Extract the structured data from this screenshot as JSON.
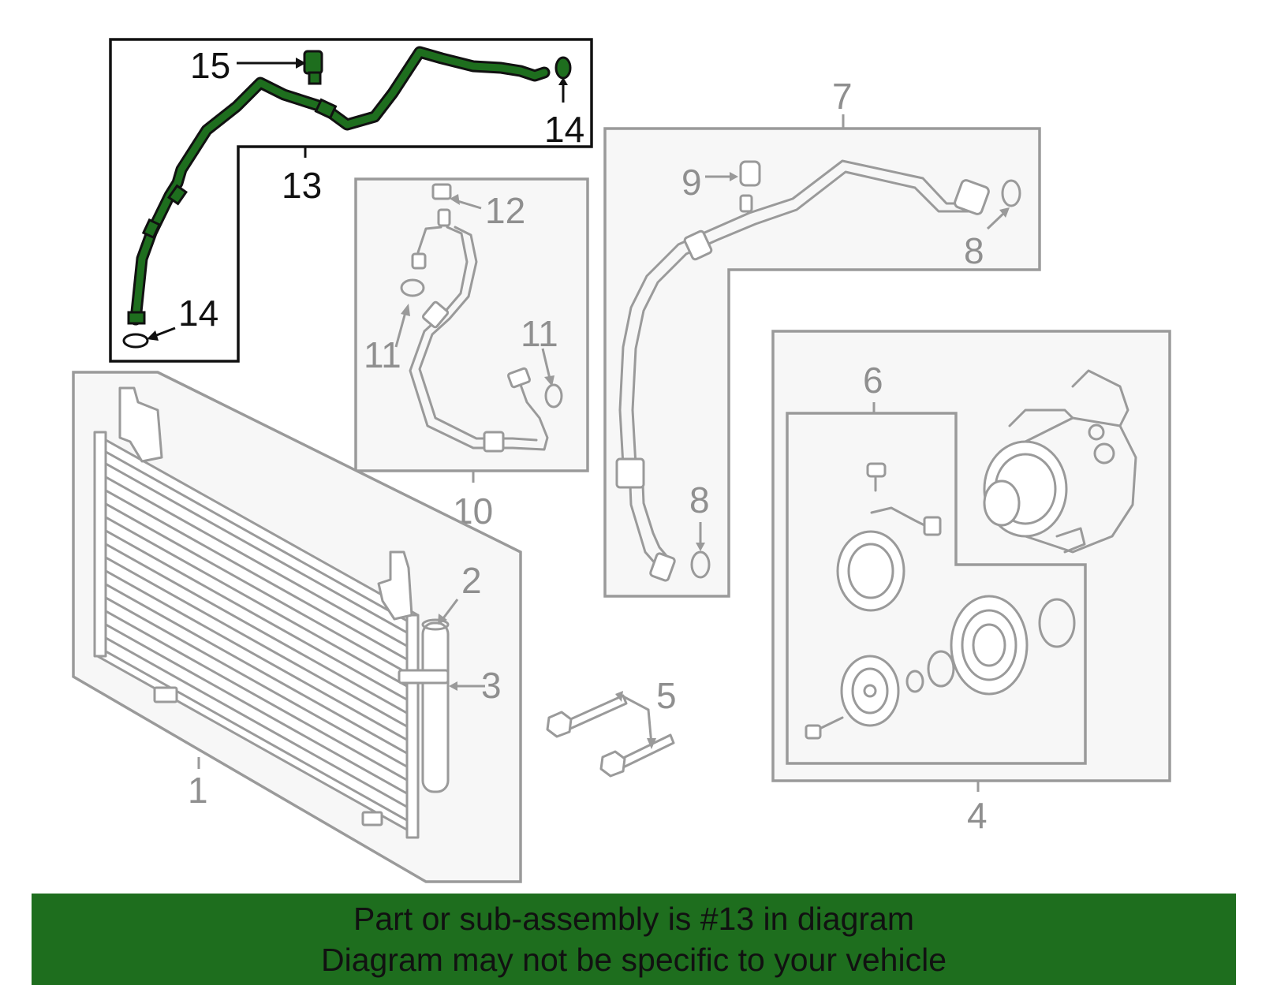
{
  "callouts": {
    "c1": "1",
    "c2": "2",
    "c3": "3",
    "c4": "4",
    "c5": "5",
    "c6": "6",
    "c7": "7",
    "c8a": "8",
    "c8b": "8",
    "c9": "9",
    "c10": "10",
    "c11a": "11",
    "c11b": "11",
    "c12": "12",
    "c13": "13",
    "c14a": "14",
    "c14b": "14",
    "c15": "15"
  },
  "highlight": {
    "part_number": "13",
    "color": "#1e6e1e"
  },
  "banner": {
    "line1": "Part or sub-assembly is #13 in diagram",
    "line2": "Diagram may not be specific to your vehicle",
    "background": "#1e6e1e"
  }
}
